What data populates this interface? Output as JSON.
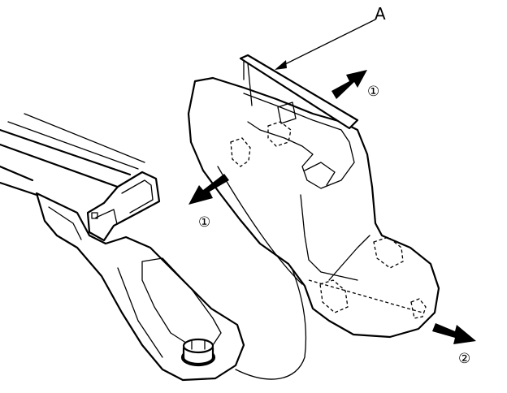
{
  "labels": {
    "part_a": "A",
    "step_1_top": "①",
    "step_1_left": "①",
    "step_2": "②"
  },
  "colors": {
    "line": "#000000",
    "background": "#ffffff"
  }
}
